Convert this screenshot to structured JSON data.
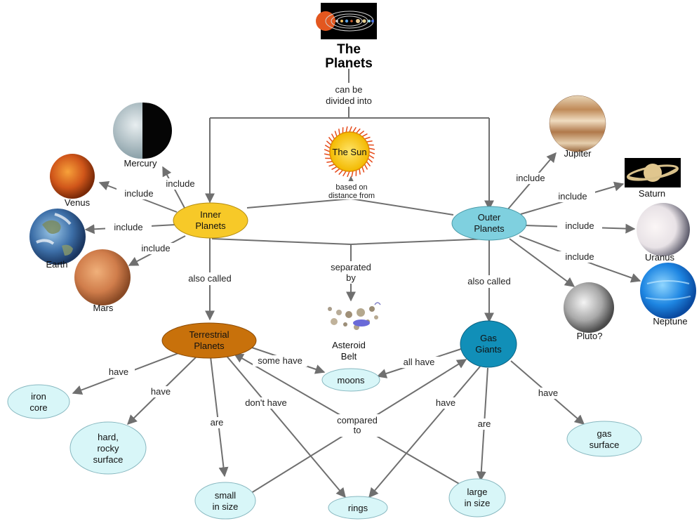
{
  "title": [
    "The",
    "Planets"
  ],
  "colors": {
    "edge": "#6f6f6f",
    "inner_planets": "#f7c928",
    "outer_planets": "#7fd0df",
    "terrestrial": "#c8710b",
    "gas_giants": "#118fb8",
    "concept": "#d8f6f8",
    "sun": "#f5c21a"
  },
  "nodes": {
    "inner_planets": [
      "Inner",
      "Planets"
    ],
    "outer_planets": [
      "Outer",
      "Planets"
    ],
    "terrestrial": [
      "Terrestrial",
      "Planets"
    ],
    "gas_giants": [
      "Gas",
      "Giants"
    ],
    "sun": "The Sun",
    "asteroid": [
      "Asteroid",
      "Belt"
    ],
    "moons": "moons",
    "iron_core": [
      "iron",
      "core"
    ],
    "hard_rocky": [
      "hard,",
      "rocky",
      "surface"
    ],
    "small_size": [
      "small",
      "in size"
    ],
    "rings": "rings",
    "large_size": [
      "large",
      "in size"
    ],
    "gas_surface": [
      "gas",
      "surface"
    ]
  },
  "planets": {
    "mercury": "Mercury",
    "venus": "Venus",
    "earth": "Earth",
    "mars": "Mars",
    "jupiter": "Jupiter",
    "saturn": "Saturn",
    "uranus": "Uranus",
    "neptune": "Neptune",
    "pluto": "Pluto?"
  },
  "links": {
    "can_be_divided": [
      "can be",
      "divided into"
    ],
    "based_on": [
      "based on",
      "distance from"
    ],
    "separated_by": [
      "separated",
      "by"
    ],
    "also_called": "also called",
    "include": "include",
    "have": "have",
    "some_have": "some have",
    "all_have": "all have",
    "are": "are",
    "dont_have": "don't have",
    "compared_to": [
      "compared",
      "to"
    ]
  }
}
